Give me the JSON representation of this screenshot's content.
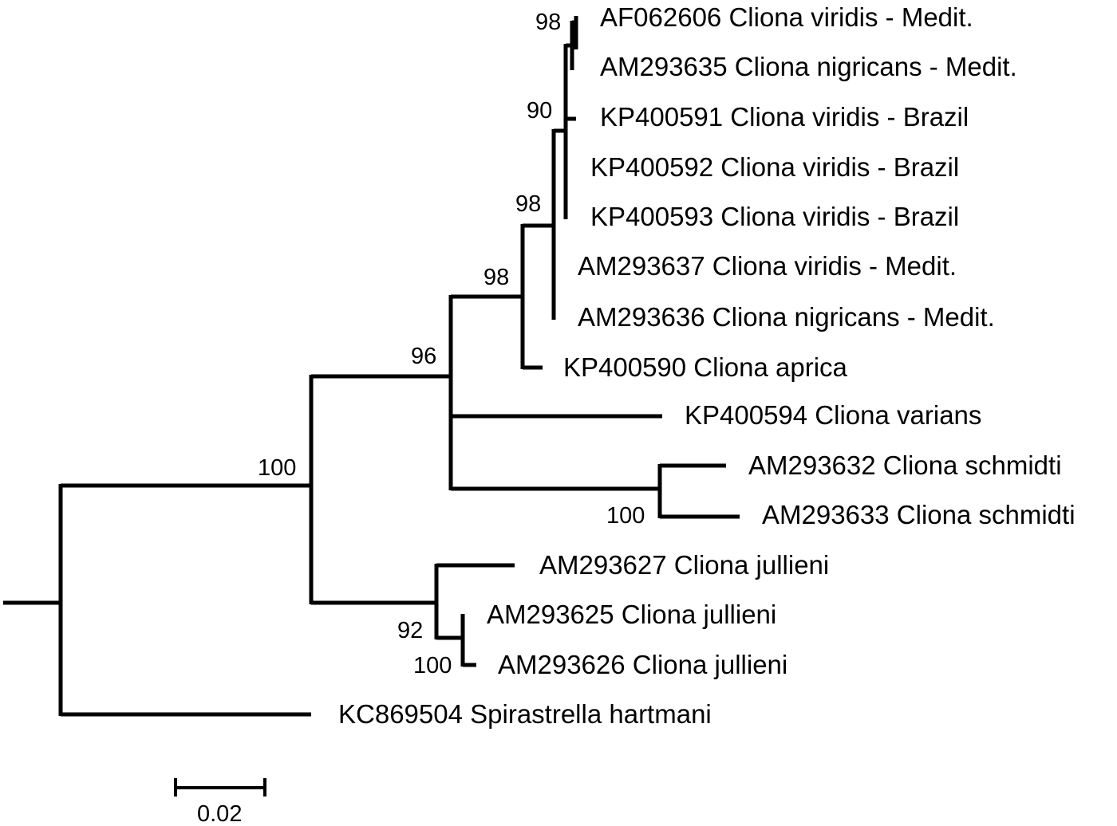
{
  "taxa": [
    {
      "id": "t1",
      "label": "AF062606 Cliona viridis - Medit."
    },
    {
      "id": "t2",
      "label": "AM293635 Cliona nigricans - Medit."
    },
    {
      "id": "t3",
      "label": "KP400591 Cliona viridis - Brazil"
    },
    {
      "id": "t4",
      "label": "KP400592 Cliona viridis - Brazil"
    },
    {
      "id": "t5",
      "label": "KP400593 Cliona viridis - Brazil"
    },
    {
      "id": "t6",
      "label": "AM293637 Cliona viridis - Medit."
    },
    {
      "id": "t7",
      "label": "AM293636 Cliona nigricans - Medit."
    },
    {
      "id": "t8",
      "label": "KP400590 Cliona aprica"
    },
    {
      "id": "t9",
      "label": "KP400594 Cliona varians"
    },
    {
      "id": "t10",
      "label": "AM293632 Cliona schmidti"
    },
    {
      "id": "t11",
      "label": "AM293633 Cliona schmidti"
    },
    {
      "id": "t12",
      "label": "AM293627 Cliona jullieni"
    },
    {
      "id": "t13",
      "label": "AM293625 Cliona jullieni"
    },
    {
      "id": "t14",
      "label": "AM293626 Cliona jullieni"
    },
    {
      "id": "t15",
      "label": "KC869504 Spirastrella hartmani"
    }
  ],
  "support_values": [
    {
      "node": "n_viridis_pair",
      "value": "98"
    },
    {
      "node": "n_brazil",
      "value": "90"
    },
    {
      "node": "n_viridis_complex",
      "value": "98"
    },
    {
      "node": "n_aprica",
      "value": "98"
    },
    {
      "node": "n_cliona_main",
      "value": "96"
    },
    {
      "node": "n_cliona_all",
      "value": "100"
    },
    {
      "node": "n_schmidti",
      "value": "100"
    },
    {
      "node": "n_jullieni",
      "value": "92"
    },
    {
      "node": "n_jullieni_pair",
      "value": "100"
    }
  ],
  "scale_bar": {
    "label": "0.02"
  },
  "colors": {
    "line": "#000000",
    "background": "#ffffff"
  }
}
